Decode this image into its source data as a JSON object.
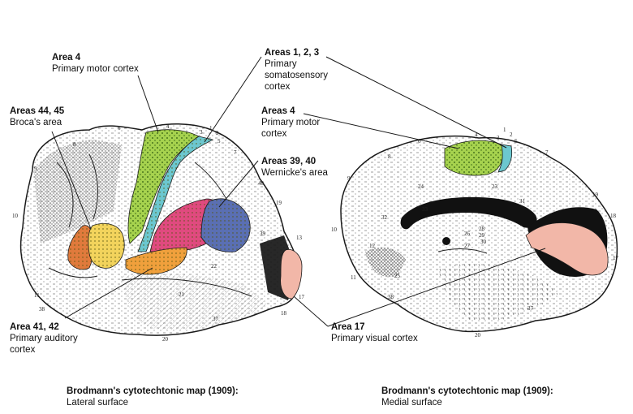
{
  "labels": {
    "area4_lateral": {
      "title": "Area 4",
      "desc": "Primary motor cortex"
    },
    "areas123": {
      "title": "Areas 1, 2, 3",
      "desc": "Primary somatosensory cortex"
    },
    "areas4445": {
      "title": "Areas 44, 45",
      "desc": "Broca's area"
    },
    "areas4_medial": {
      "title": "Areas 4",
      "desc": "Primary motor cortex"
    },
    "areas3940": {
      "title": "Areas 39, 40",
      "desc": "Wernicke's area"
    },
    "area4142": {
      "title": "Area 41, 42",
      "desc": "Primary auditory cortex"
    },
    "area17": {
      "title": "Area 17",
      "desc": "Primary visual cortex"
    }
  },
  "captions": {
    "lateral": {
      "title": "Brodmann's cytotechtonic map (1909):",
      "subtitle": "Lateral surface"
    },
    "medial": {
      "title": "Brodmann's cytotechtonic map (1909):",
      "subtitle": "Medial surface"
    }
  },
  "area_numbers": {
    "lateral": [
      "6",
      "4",
      "3",
      "1",
      "2",
      "5",
      "7",
      "8",
      "9",
      "10",
      "11",
      "19",
      "13",
      "17",
      "18",
      "37",
      "38",
      "20",
      "21",
      "22",
      "39",
      "40"
    ],
    "medial": [
      "6",
      "4",
      "3",
      "1",
      "2",
      "5",
      "7",
      "8",
      "9",
      "10",
      "11",
      "19",
      "18",
      "17",
      "37",
      "38",
      "20",
      "23",
      "24",
      "25",
      "26",
      "27",
      "28",
      "29",
      "30",
      "31",
      "32",
      "33",
      "12"
    ]
  },
  "colors": {
    "motor": "#a6d24e",
    "somatosensory": "#6cc7cf",
    "broca_a": "#e07a3c",
    "broca_b": "#f2d35c",
    "wernicke_a": "#e04a7f",
    "wernicke_b": "#5a6fb3",
    "auditory": "#f0a03c",
    "visual": "#f2b7a8",
    "outline": "#1a1a1a"
  }
}
